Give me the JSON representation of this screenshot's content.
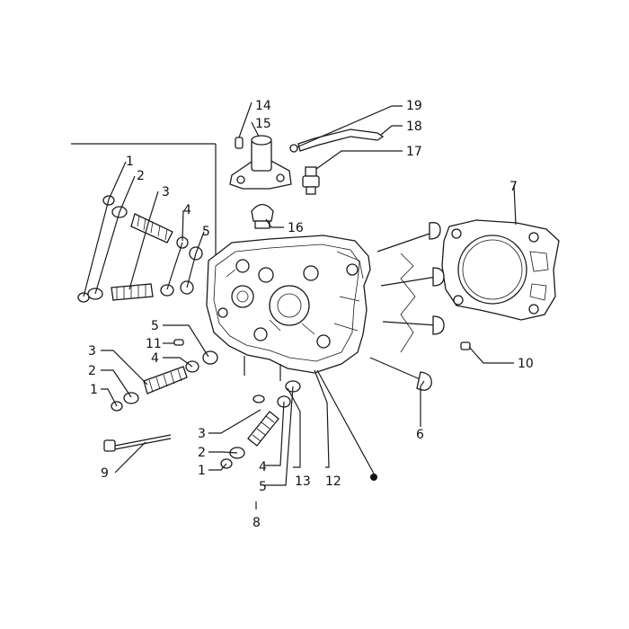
{
  "callouts": {
    "c1a": "1",
    "c2a": "2",
    "c3a": "3",
    "c4a": "4",
    "c5a": "5",
    "c5b": "5",
    "c11": "11",
    "c4b": "4",
    "c3b": "3",
    "c2b": "2",
    "c1b": "1",
    "c3c": "3",
    "c2c": "2",
    "c1c": "1",
    "c4c": "4",
    "c5c": "5",
    "c13": "13",
    "c12": "12",
    "c9": "9",
    "c8": "8",
    "c14": "14",
    "c15": "15",
    "c19": "19",
    "c18": "18",
    "c17": "17",
    "c16": "16",
    "c7": "7",
    "c6": "6",
    "c10": "10"
  }
}
